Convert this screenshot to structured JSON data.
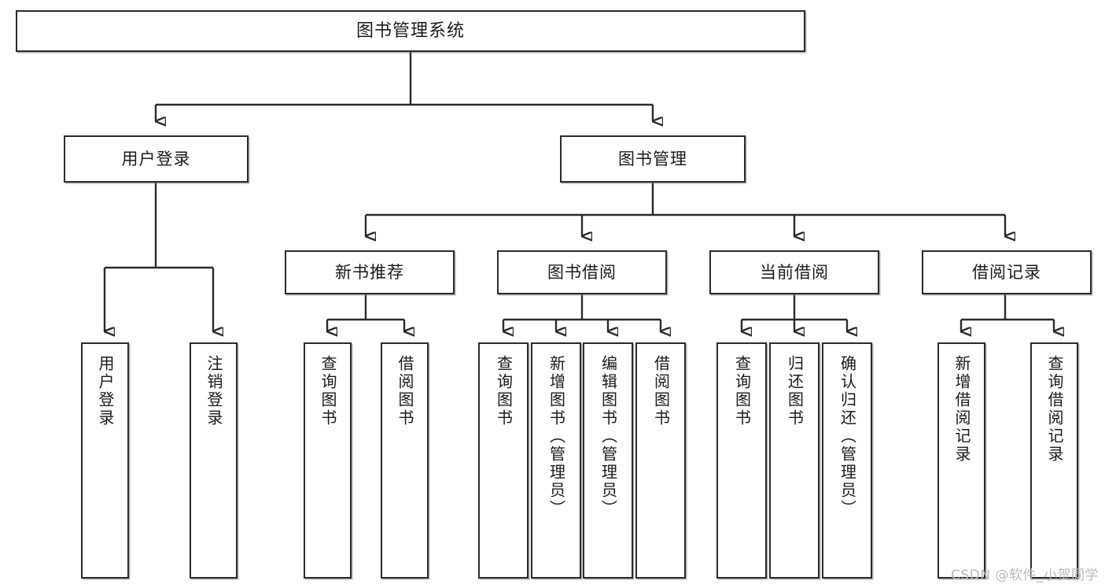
{
  "diagram": {
    "title": "图书管理系统",
    "type": "tree",
    "root": {
      "label": "图书管理系统"
    },
    "level1": [
      {
        "label": "用户登录"
      },
      {
        "label": "图书管理"
      }
    ],
    "level2": [
      {
        "label": "新书推荐"
      },
      {
        "label": "图书借阅"
      },
      {
        "label": "当前借阅"
      },
      {
        "label": "借阅记录"
      }
    ],
    "leaves": {
      "user_login": [
        {
          "label": "用户登录"
        },
        {
          "label": "注销登录"
        }
      ],
      "new_book_recommend": [
        {
          "label": "查询图书"
        },
        {
          "label": "借阅图书"
        }
      ],
      "book_borrow": [
        {
          "label": "查询图书"
        },
        {
          "label": "新增图书（管理员）"
        },
        {
          "label": "编辑图书（管理员）"
        },
        {
          "label": "借阅图书"
        }
      ],
      "current_borrow": [
        {
          "label": "查询图书"
        },
        {
          "label": "归还图书"
        },
        {
          "label": "确认归还（管理员）"
        }
      ],
      "borrow_record": [
        {
          "label": "新增借阅记录"
        },
        {
          "label": "查询借阅记录"
        }
      ]
    }
  },
  "watermark": {
    "text": "CSDN @软件_小贺同学"
  },
  "colors": {
    "border": "#2b2b2b",
    "background": "#ffffff",
    "text": "#1a1a1a",
    "watermark": "#b9b9b9"
  }
}
